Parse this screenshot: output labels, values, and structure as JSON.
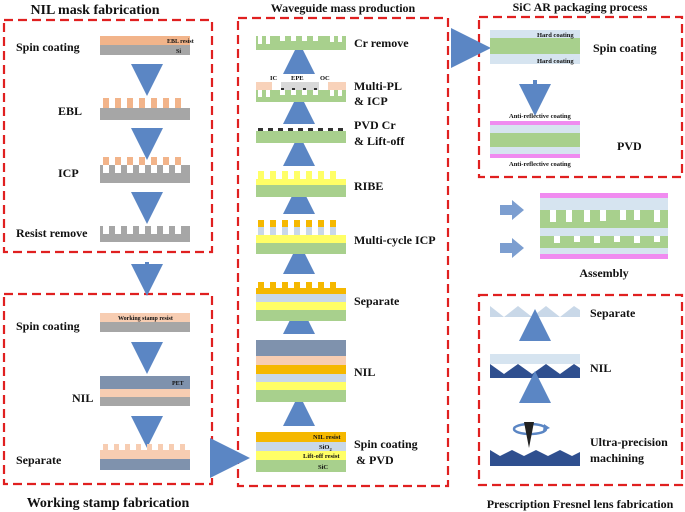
{
  "colors": {
    "dash": "#e02020",
    "si": "#a6a6a6",
    "resist": "#f2b48a",
    "stamp": "#f7cdb2",
    "pet": "#7f92ad",
    "sic": "#a8d08d",
    "sio2": "#c9d8e8",
    "nilresist": "#f5b800",
    "liftoff": "#ffff66",
    "pink": "#f08bf0",
    "lightblue": "#d6e4f0",
    "navy": "#2f4f8f",
    "arrow": "#5b86c4"
  },
  "titles": {
    "nil_mask": "NIL mask fabrication",
    "waveguide": "Waveguide mass production",
    "sic_ar": "SiC AR packaging process",
    "working_stamp": "Working stamp fabrication",
    "fresnel": "Prescription Fresnel lens fabrication"
  },
  "nil_mask": {
    "spin_coating": "Spin coating",
    "ebl_resist": "EBL resist",
    "si": "Si",
    "ebl": "EBL",
    "icp": "ICP",
    "resist_remove": "Resist remove"
  },
  "working_stamp": {
    "spin_coating": "Spin coating",
    "ws_resist": "Working stamp resist",
    "pet": "PET",
    "nil": "NIL",
    "separate": "Separate"
  },
  "waveguide": {
    "cr_remove": "Cr remove",
    "ic": "IC",
    "epe": "EPE",
    "oc": "OC",
    "multi_pl_1": "Multi-PL",
    "multi_pl_2": "& ICP",
    "pvd_cr_1": "PVD Cr",
    "pvd_cr_2": "& Lift-off",
    "ribe": "RIBE",
    "multi_cycle": "Multi-cycle ICP",
    "separate": "Separate",
    "nil": "NIL",
    "spin_1": "Spin coating",
    "spin_2": "& PVD",
    "nil_resist": "NIL resist",
    "sio2": "SiO",
    "sio2_sub": "2",
    "liftoff_resist": "Lift-off resist",
    "sic": "SiC"
  },
  "sic_ar": {
    "hard_coating_top": "Hard coating",
    "hard_coating_bottom": "Hard coating",
    "spin_coating": "Spin coating",
    "arc_top": "Anti-reflective coating",
    "arc_bottom": "Anti-reflective coating",
    "pvd": "PVD",
    "assembly": "Assembly"
  },
  "fresnel": {
    "separate": "Separate",
    "nil": "NIL",
    "upm_1": "Ultra-precision",
    "upm_2": "machining"
  }
}
